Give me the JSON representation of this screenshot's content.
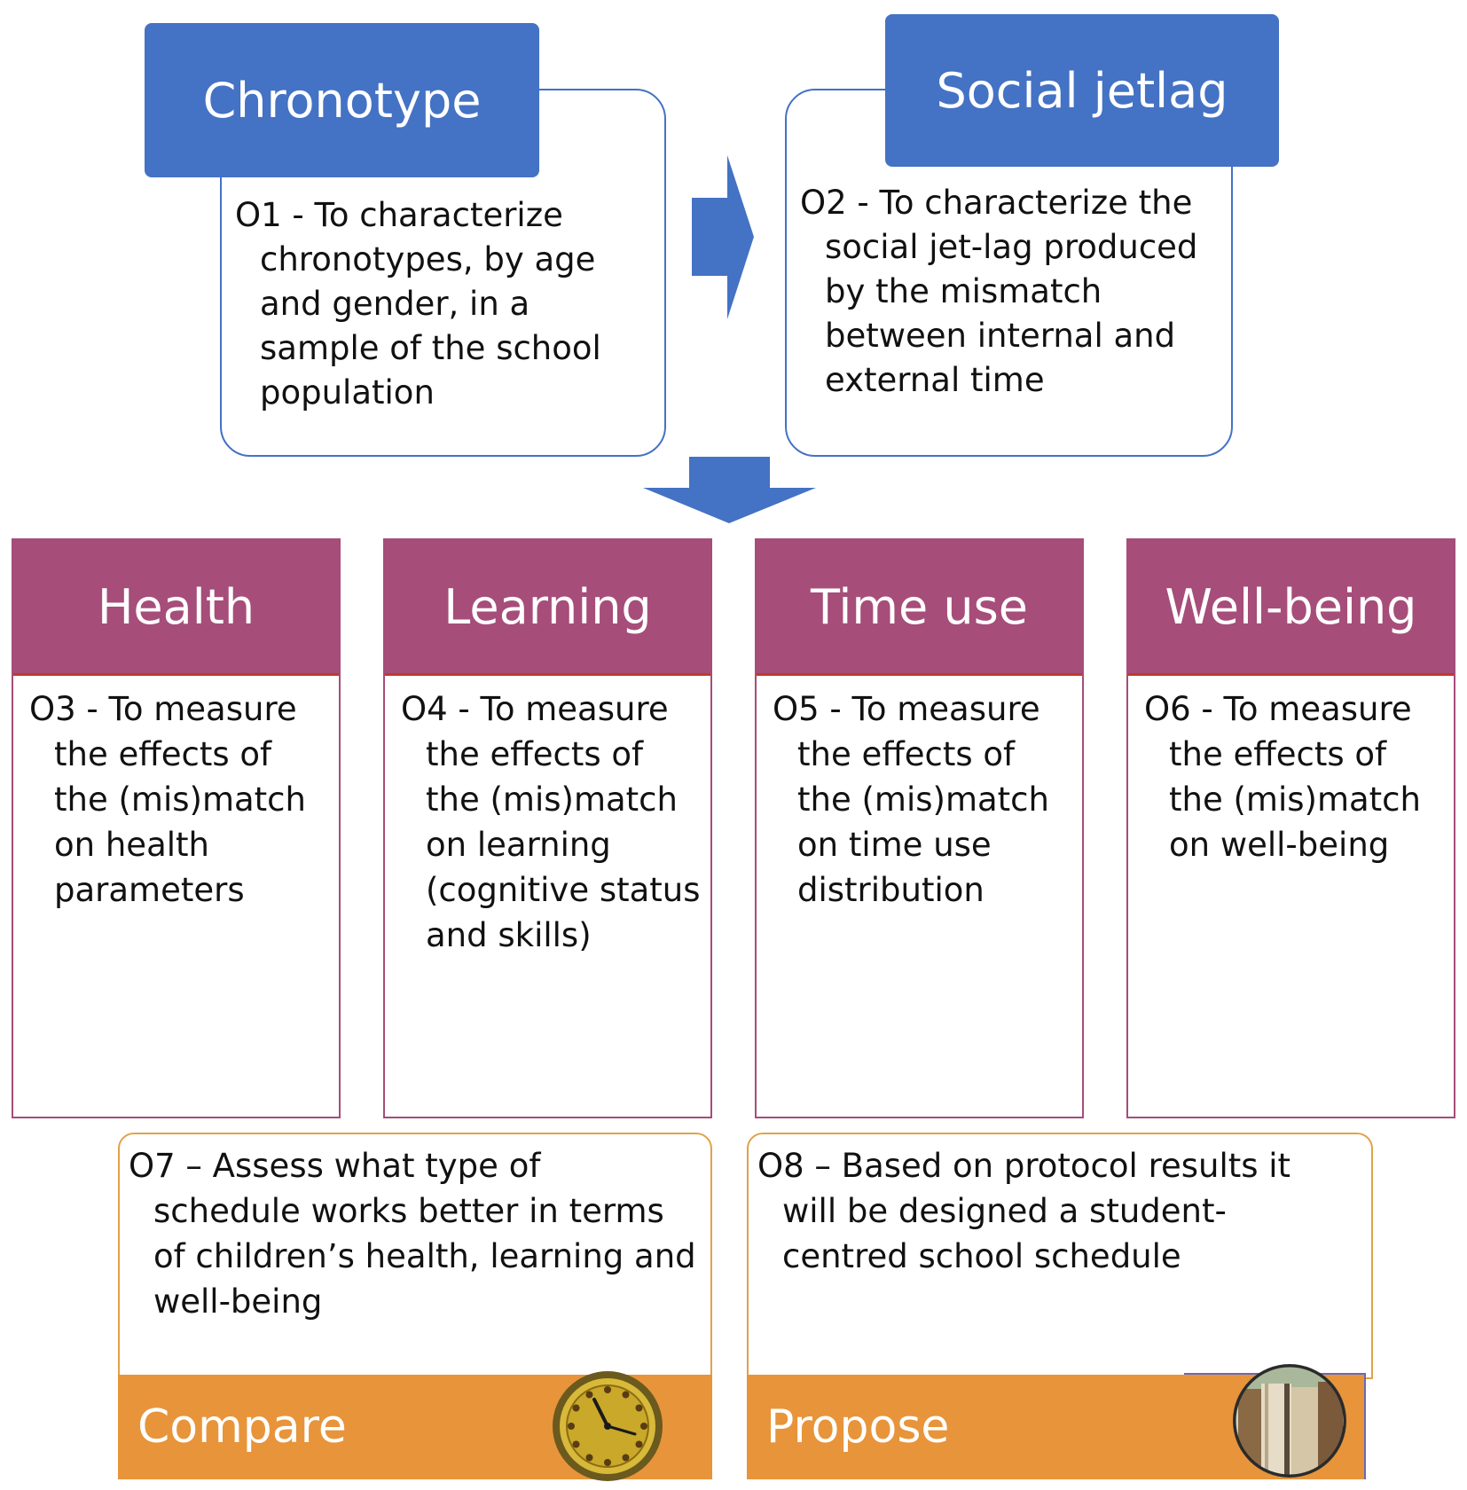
{
  "top": {
    "chronotype": {
      "title": "Chronotype",
      "objective_first": "O1 - To characterize",
      "objective_rest": "chronotypes, by age and gender, in a sample of the school population"
    },
    "jetlag": {
      "title": "Social jetlag",
      "objective_first": "O2 - To characterize the",
      "objective_rest": "social jet-lag produced by the mismatch between internal and external time"
    }
  },
  "columns": [
    {
      "title": "Health",
      "first": "O3 - To measure",
      "rest": "the effects of the (mis)match on health parameters"
    },
    {
      "title": "Learning",
      "first": "O4 - To measure",
      "rest": "the effects of the (mis)match on learning (cognitive status and skills)"
    },
    {
      "title": "Time use",
      "first": "O5 - To measure",
      "rest": "the effects of the (mis)match on time use distribution"
    },
    {
      "title": "Well-being",
      "first": "O6 - To measure",
      "rest": "the effects of the (mis)match on well-being"
    }
  ],
  "bottom": {
    "compare": {
      "first": "O7 – Assess what type of",
      "rest": "schedule works better in terms of children’s health, learning and well-being",
      "label": "Compare",
      "icon": "clock-icon"
    },
    "propose": {
      "first": "O8 – Based on protocol results it",
      "rest": "will be designed a student-centred school schedule",
      "label": "Propose",
      "icon": "books-icon"
    }
  },
  "colors": {
    "blue": "#4472c4",
    "purple": "#a64d79",
    "orange": "#e8943a",
    "orange_border": "#e0a24a"
  }
}
